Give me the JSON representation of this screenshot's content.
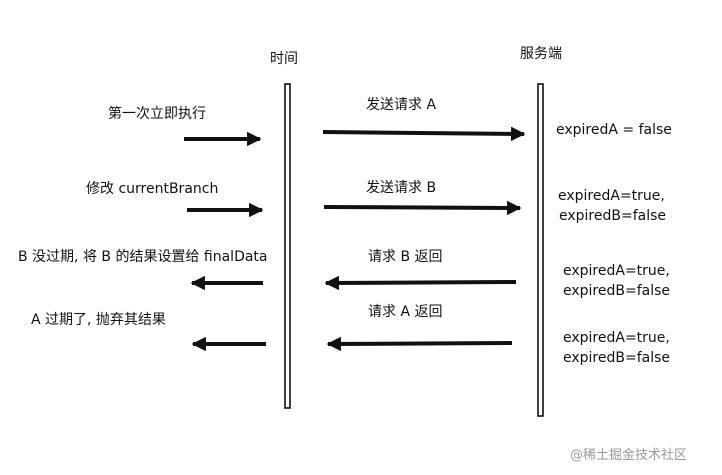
{
  "lanes": {
    "time": "时间",
    "server": "服务端"
  },
  "rows": [
    {
      "client_note": "第一次立即执行",
      "message": "发送请求 A",
      "direction": "to_server",
      "server_state": [
        "expiredA = false"
      ]
    },
    {
      "client_note": "修改 currentBranch",
      "message": "发送请求 B",
      "direction": "to_server",
      "server_state": [
        "expiredA=true,",
        "expiredB=false"
      ]
    },
    {
      "client_note": "B 没过期, 将 B 的结果设置给 finalData",
      "message": "请求 B 返回",
      "direction": "to_client",
      "server_state": [
        "expiredA=true,",
        "expiredB=false"
      ]
    },
    {
      "client_note": "A 过期了, 抛弃其结果",
      "message": "请求 A 返回",
      "direction": "to_client",
      "server_state": [
        "expiredA=true,",
        "expiredB=false"
      ]
    }
  ],
  "watermark": "@稀土掘金技术社区",
  "colors": {
    "ink": "#111111",
    "watermark": "#9a9a9a",
    "background": "#ffffff"
  }
}
